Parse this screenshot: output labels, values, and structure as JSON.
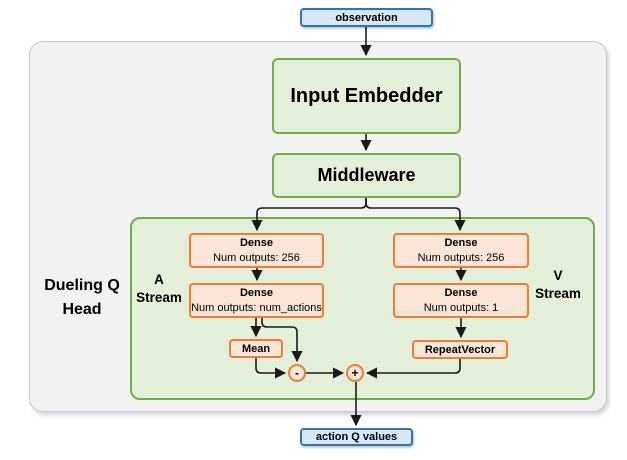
{
  "colors": {
    "blue_fill": "#d8e7f6",
    "blue_border": "#2e75b6",
    "green_fill": "#e4efda",
    "green_border": "#70ad47",
    "orange_fill": "#fbe5d6",
    "orange_border": "#ed7d31",
    "gray_fill": "#f2f2f2",
    "gray_border": "#c8c8c8",
    "arrow": "#1a1a1a"
  },
  "nodes": {
    "observation": "observation",
    "input_embedder": "Input Embedder",
    "middleware": "Middleware",
    "dueling_head_label": "Dueling Q Head",
    "a_stream_label": "A Stream",
    "v_stream_label": "V Stream",
    "a_dense1": {
      "name": "Dense",
      "detail": "Num outputs: 256"
    },
    "a_dense2": {
      "name": "Dense",
      "detail": "Num outputs: num_actions"
    },
    "v_dense1": {
      "name": "Dense",
      "detail": "Num outputs: 256"
    },
    "v_dense2": {
      "name": "Dense",
      "detail": "Num outputs: 1"
    },
    "mean": "Mean",
    "repeat_vector": "RepeatVector",
    "minus_op": "-",
    "plus_op": "+",
    "action_q_values": "action Q values"
  }
}
